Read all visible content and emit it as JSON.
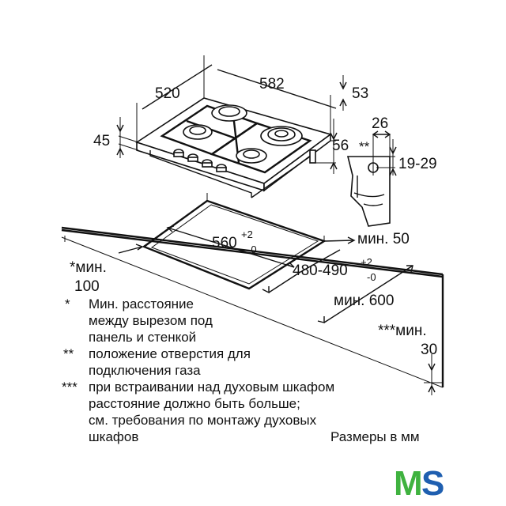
{
  "dimensions": {
    "d520": "520",
    "d582": "582",
    "d53": "53",
    "d45": "45",
    "d26": "26",
    "d56": "56",
    "d19_29": "19-29",
    "double_star": "**",
    "cut_width": "560",
    "cut_width_tol_top": "+2",
    "cut_width_tol_bottom": "-0",
    "cut_depth": "480-490",
    "cut_depth_tol_top": "+2",
    "cut_depth_tol_bottom": "-0",
    "min50": "мин. 50",
    "min100_line1": "*мин.",
    "min100_line2": "100",
    "min600": "мин. 600",
    "min30_line1": "***мин.",
    "min30_line2": "30"
  },
  "notes": [
    {
      "mark": "*",
      "lines": [
        "Мин. расстояние",
        "между вырезом под",
        "панель и стенкой"
      ]
    },
    {
      "mark": "**",
      "lines": [
        "положение отверстия для",
        "подключения газа"
      ]
    },
    {
      "mark": "***",
      "lines": [
        "при встраивании над духовым шкафом",
        "расстояние должно быть больше;",
        "см. требования по монтажу духовых",
        "шкафов"
      ]
    }
  ],
  "units_label": "Размеры в мм",
  "logo": {
    "text": "MS",
    "colors": {
      "m": "#3fb23f",
      "s": "#1f5fb0"
    }
  }
}
